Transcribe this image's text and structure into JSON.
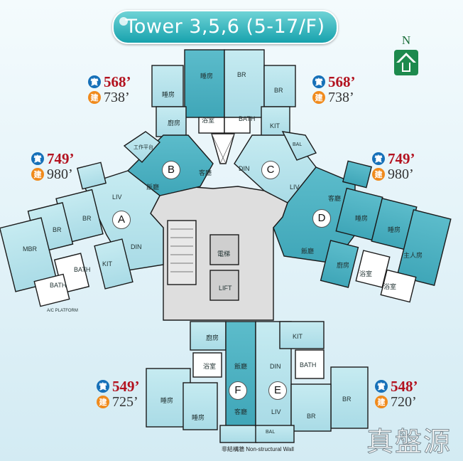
{
  "title": "Tower 3,5,6 (5-17/F)",
  "north_label": "N",
  "badges": {
    "saleable": "實",
    "gross": "建"
  },
  "units": [
    {
      "id": "A",
      "saleable": "749’",
      "gross": "980’"
    },
    {
      "id": "B",
      "saleable": "568’",
      "gross": "738’"
    },
    {
      "id": "C",
      "saleable": "568’",
      "gross": "738’"
    },
    {
      "id": "D",
      "saleable": "749’",
      "gross": "980’"
    },
    {
      "id": "E",
      "saleable": "548’",
      "gross": "720’"
    },
    {
      "id": "F",
      "saleable": "549’",
      "gross": "725’"
    }
  ],
  "room_labels": {
    "a_liv": "LIV",
    "a_din": "DIN",
    "a_br1": "BR",
    "a_br2": "BR",
    "a_mbr": "MBR",
    "a_bath1": "BATH",
    "a_bath2": "BATH",
    "a_kit": "KIT",
    "a_ac": "A/C PLATFORM",
    "b_br": "睡房",
    "b_kitchen": "廚房",
    "b_bath": "浴室",
    "b_bal": "工作平台",
    "b_liv": "客廳",
    "b_din": "飯廳",
    "c_br": "BR",
    "c_kit": "KIT",
    "c_bath": "BATH",
    "c_din": "DIN",
    "c_liv": "LIV",
    "c_bal": "BAL",
    "d_liv": "客廳",
    "d_din": "飯廳",
    "d_br": "睡房",
    "d_mbr": "主人房",
    "d_kitchen": "廚房",
    "d_bath": "浴室",
    "lift1": "電梯",
    "lift2": "LIFT",
    "e_kit": "KIT",
    "e_din": "DIN",
    "e_bath": "BATH",
    "e_liv": "LIV",
    "e_br1": "BR",
    "e_br2": "BR",
    "e_bal": "BAL",
    "f_kitchen": "廚房",
    "f_bath": "浴室",
    "f_din": "飯廳",
    "f_liv": "客廳",
    "f_br1": "睡房",
    "f_br2": "睡房"
  },
  "wall_note": "非結構牆 Non-structural Wall",
  "watermark": "真盤源",
  "colors": {
    "room_dark": "#47aebf",
    "room_light": "#b9e4ec",
    "core": "#dcdcdc",
    "saleable": "#b3121f"
  }
}
